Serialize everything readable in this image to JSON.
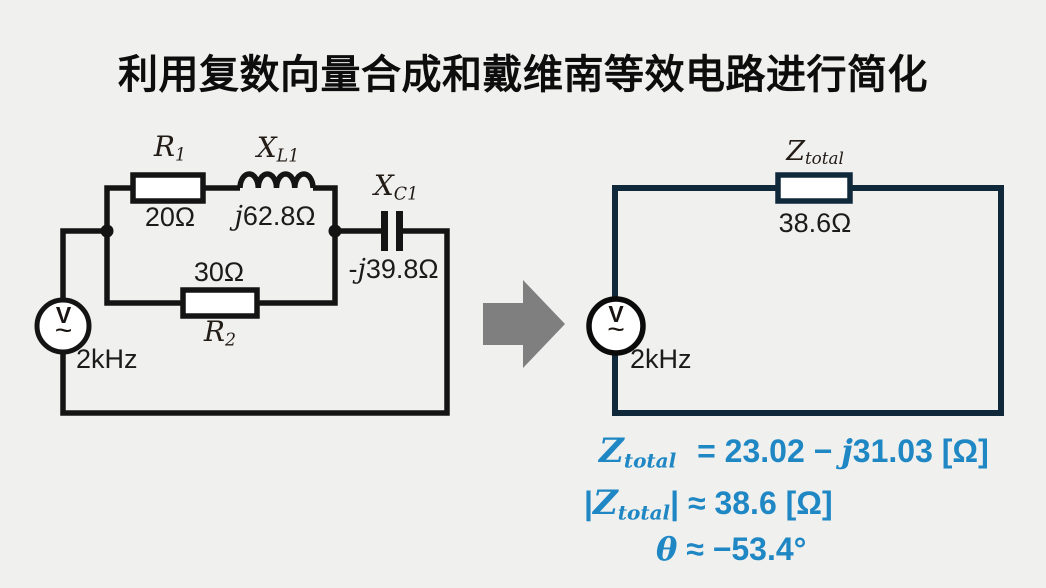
{
  "title": "利用复数向量合成和戴维南等效电路进行简化",
  "colors": {
    "background": "#f0f0ee",
    "left_circuit_stroke": "#141414",
    "right_circuit_stroke": "#10293a",
    "accent_blue": "#1e87c4",
    "arrow_gray": "#7f7f7f"
  },
  "left_circuit": {
    "r1": {
      "base": "R",
      "sub": "1",
      "value": "20Ω"
    },
    "xl1": {
      "base": "X",
      "sub": "L1",
      "j": "j",
      "value": "62.8Ω"
    },
    "xc1": {
      "base": "X",
      "sub": "C1",
      "neg": "-",
      "j": "j",
      "value": "39.8Ω"
    },
    "r2": {
      "base": "R",
      "sub": "2",
      "value": "30Ω"
    },
    "source": {
      "symbol": "V",
      "wave": "~",
      "freq": "2kHz"
    }
  },
  "right_circuit": {
    "ztotal": {
      "base": "Z",
      "sub": "total",
      "value": "38.6Ω"
    },
    "source": {
      "symbol": "V",
      "wave": "~",
      "freq": "2kHz"
    }
  },
  "equations": {
    "line1": {
      "lhs_base": "Z",
      "lhs_sub": "total",
      "rhs_prefix": "= 23.02 −",
      "j": "j",
      "rhs_suffix": "31.03 [Ω]"
    },
    "line2": {
      "open": "|",
      "lhs_base": "Z",
      "lhs_sub": "total",
      "close": "|",
      "rhs": "≈ 38.6 [Ω]"
    },
    "line3": {
      "symbol": "θ",
      "rhs": "≈ −53.4°"
    }
  }
}
